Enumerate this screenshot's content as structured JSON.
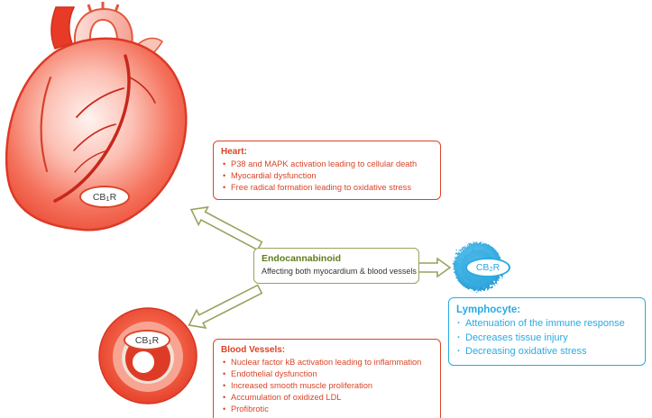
{
  "heart_box": {
    "title": "Heart:",
    "items": [
      "P38 and MAPK activation leading to cellular death",
      "Myocardial dysfunction",
      "Free radical formation leading to oxidative stress"
    ]
  },
  "center_box": {
    "title": "Endocannabinoid",
    "subtitle": "Affecting both myocardium & blood vessels"
  },
  "vessel_box": {
    "title": "Blood Vessels:",
    "items": [
      "Nuclear factor kB activation leading to inflammation",
      "Endothelial dysfunction",
      "Increased smooth muscle proliferation",
      "Accumulation of oxidized LDL",
      "Profibrotic"
    ]
  },
  "lymphocyte_box": {
    "title": "Lymphocyte:",
    "items": [
      "Attenuation of the immune response",
      "Decreases tissue injury",
      "Decreasing oxidative stress"
    ]
  },
  "receptors": {
    "heart": {
      "base": "CB",
      "sub": "1",
      "suffix": "R"
    },
    "vessel": {
      "base": "CB",
      "sub": "1",
      "suffix": "R"
    },
    "lymphocyte": {
      "base": "CB",
      "sub": "2",
      "suffix": "R"
    }
  },
  "colors": {
    "red_accent": "#da4528",
    "green_accent": "#97a35c",
    "green_text": "#5e7d1e",
    "blue_accent": "#29abe2",
    "dark_text": "#333333"
  }
}
